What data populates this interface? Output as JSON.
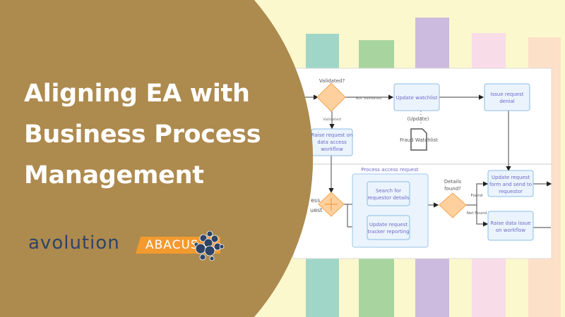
{
  "banner": {
    "title_lines": [
      "Aligning EA with",
      "Business Process",
      "Management"
    ],
    "brand": {
      "name": "avolution",
      "product": "ABACUS"
    },
    "colors": {
      "brown": "#ad8a4e",
      "background": "#fbf8cd",
      "logo_navy": "#2e4466",
      "logo_orange": "#f39a2e",
      "bars": [
        "#9fd6c8",
        "#a8d59f",
        "#cdbadf",
        "#f8dce8",
        "#fde0c8"
      ]
    }
  },
  "diagram": {
    "gateway1_label": "Validated?",
    "edge_not_validated": "Not Validated",
    "edge_validated": "Validated",
    "task_update_watchlist": [
      "Update watchlist"
    ],
    "task_issue_denial": [
      "Issue request",
      "denial"
    ],
    "task_raise_request": [
      "Raise request on",
      "data access",
      "workflow"
    ],
    "data_update_label": "(Update)",
    "data_object": "Fraud Watchlist",
    "left_partial_label": [
      "ess",
      "uest"
    ],
    "subprocess_label": "Process access request",
    "task_search": [
      "Search for",
      "requestor details"
    ],
    "task_update_tracker": [
      "Update request",
      "tracker reporting"
    ],
    "gateway2_label": [
      "Details",
      "found?"
    ],
    "edge_found": "Found",
    "edge_not_found": "Not Found",
    "task_update_form": [
      "Update request",
      "form and send to",
      "requestor"
    ],
    "task_raise_issue": [
      "Raise data issue",
      "on workflow"
    ]
  }
}
